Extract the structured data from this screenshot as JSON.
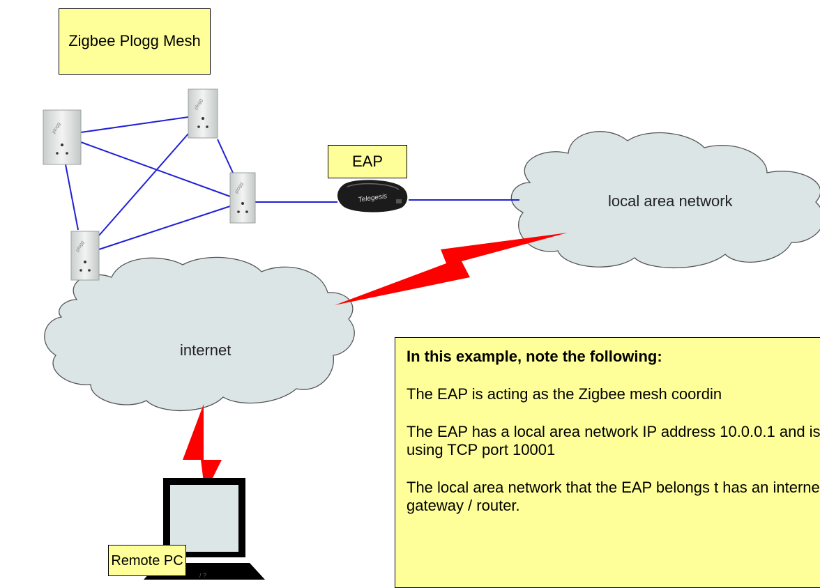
{
  "labels": {
    "mesh_title": "Zigbee Plogg Mesh",
    "eap": "EAP",
    "remote_pc": "Remote PC",
    "lan": "local area network",
    "internet": "internet",
    "device_brand": "Telegesis",
    "plug_brand": "plogg"
  },
  "notes": {
    "heading": "In this example, note the following:",
    "items": [
      "The EAP is acting as the Zigbee mesh coordin",
      "The EAP has a local area network IP address 10.0.0.1 and is using TCP port 10001",
      "The local area network that the EAP belongs t has an internet gateway / router."
    ]
  },
  "colors": {
    "box_fill": "#ffff99",
    "cloud_fill": "#dbe5e6",
    "mesh_link": "#1f1fd6",
    "wireless_bolt": "#ff0000"
  }
}
